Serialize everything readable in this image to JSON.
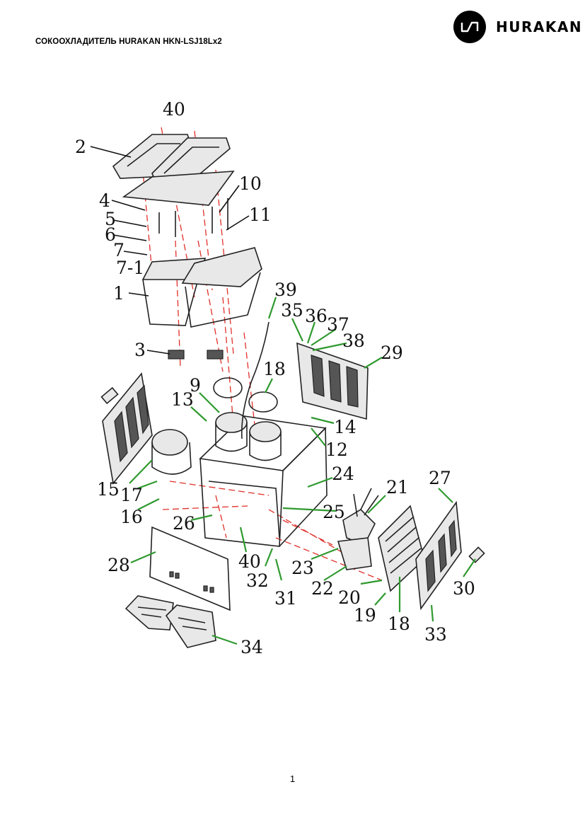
{
  "header": {
    "doc_title": "СОКООХЛАДИТЕЛЬ HURAKAN HKN-LSJ18Lx2",
    "brand_name": "HURAKAN",
    "brand_icon": "hurakan-logo-icon"
  },
  "diagram": {
    "callouts": [
      "40",
      "2",
      "10",
      "11",
      "4",
      "5",
      "6",
      "7",
      "7-1",
      "1",
      "39",
      "35",
      "36",
      "37",
      "38",
      "29",
      "3",
      "18",
      "9",
      "13",
      "14",
      "12",
      "24",
      "15",
      "17",
      "16",
      "21",
      "27",
      "25",
      "26",
      "40",
      "28",
      "23",
      "22",
      "20",
      "30",
      "32",
      "31",
      "19",
      "18",
      "33",
      "34"
    ]
  },
  "footer": {
    "page_number": "1"
  },
  "colors": {
    "leader_green": "#2f9a2f",
    "assembly_red": "#e0302a"
  }
}
